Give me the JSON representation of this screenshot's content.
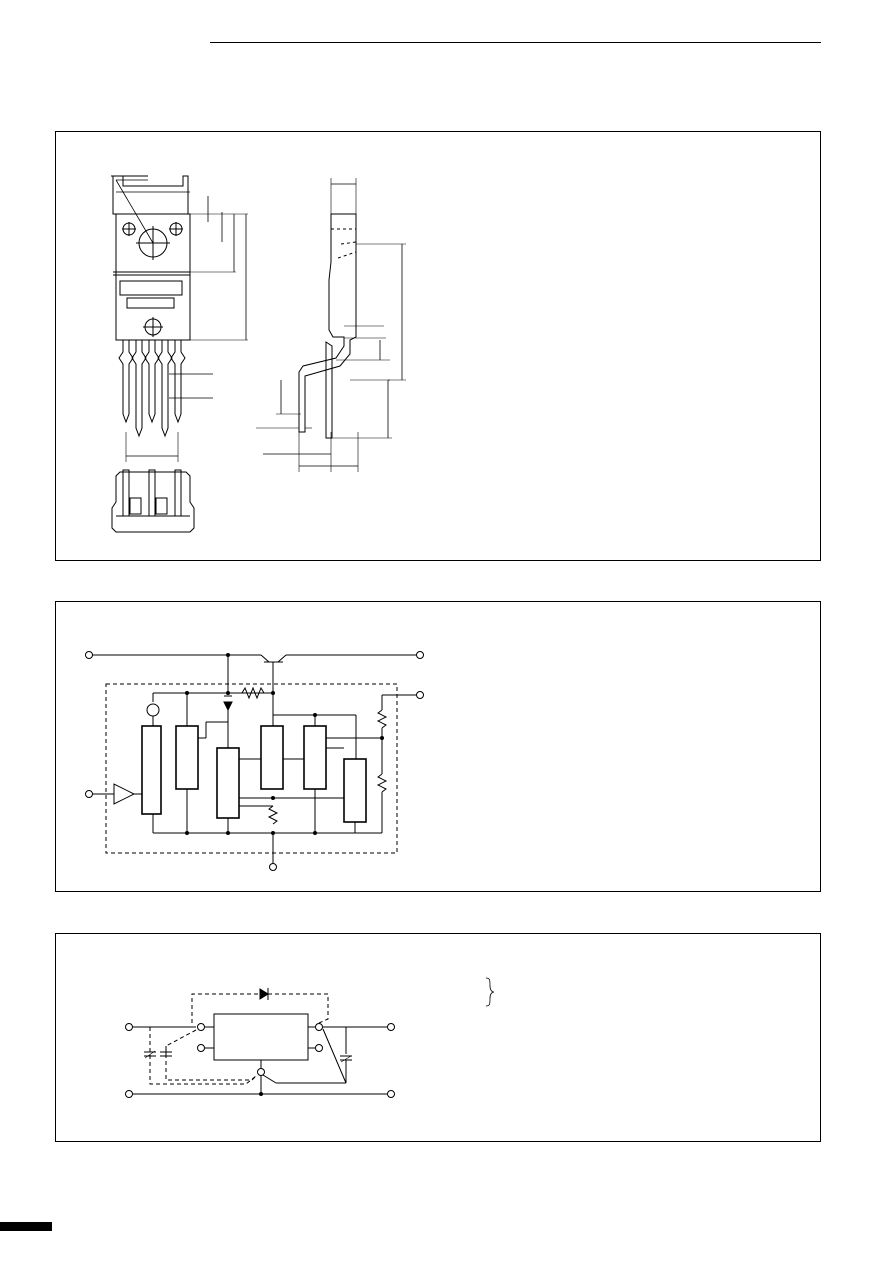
{
  "page": {
    "background_color": "#ffffff",
    "line_color": "#000000"
  },
  "panels": [
    {
      "role": "external-dimensions"
    },
    {
      "role": "block-diagram"
    },
    {
      "role": "typical-connection"
    }
  ]
}
